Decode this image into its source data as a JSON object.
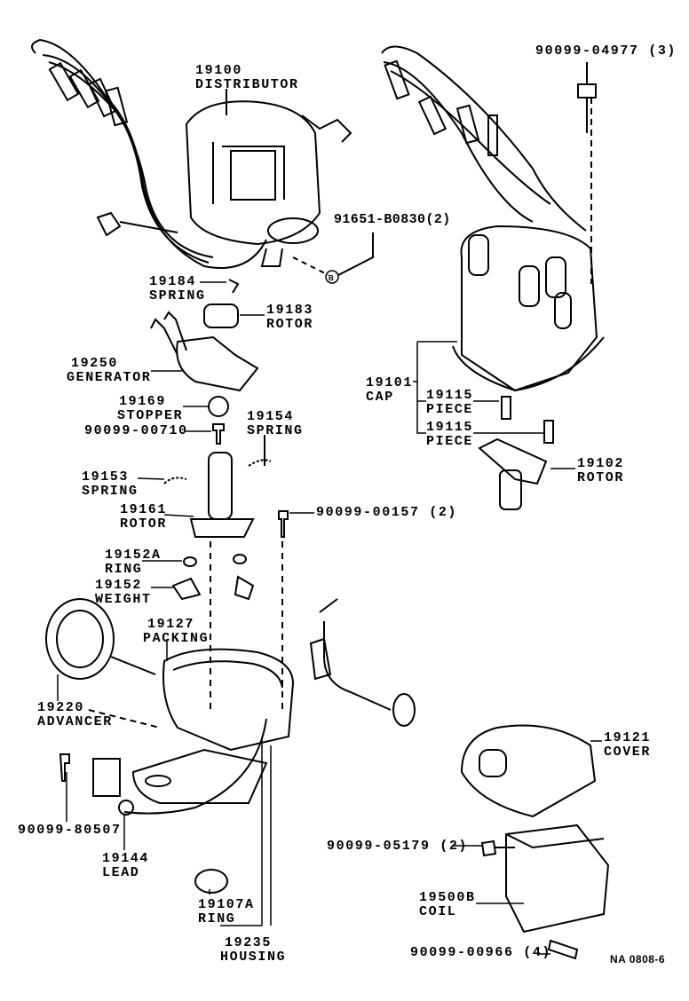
{
  "parts": {
    "distributor": {
      "no": "19100",
      "name": "DISTRIBUTOR"
    },
    "bolt_04977": {
      "no": "90099-04977 (3)"
    },
    "clamp_b0830": {
      "no": "91651-B0830(2)",
      "marker": "B"
    },
    "spring_19184": {
      "no": "19184",
      "name": "SPRING"
    },
    "rotor_19183": {
      "no": "19183",
      "name": "ROTOR"
    },
    "generator": {
      "no": "19250",
      "name": "GENERATOR"
    },
    "cap": {
      "no": "19101",
      "name": "CAP"
    },
    "piece_1": {
      "no": "19115",
      "name": "PIECE"
    },
    "piece_2": {
      "no": "19115",
      "name": "PIECE"
    },
    "stopper": {
      "no": "19169",
      "name": "STOPPER"
    },
    "screw_00710": {
      "no": "90099-00710"
    },
    "spring_19154": {
      "no": "19154",
      "name": "SPRING"
    },
    "rotor_19102": {
      "no": "19102",
      "name": "ROTOR"
    },
    "spring_19153": {
      "no": "19153",
      "name": "SPRING"
    },
    "rotor_19161": {
      "no": "19161",
      "name": "ROTOR"
    },
    "screw_00157": {
      "no": "90099-00157 (2)"
    },
    "ring_19152a": {
      "no": "19152A",
      "name": "RING"
    },
    "weight": {
      "no": "19152",
      "name": "WEIGHT"
    },
    "packing": {
      "no": "19127",
      "name": "PACKING"
    },
    "advancer": {
      "no": "19220",
      "name": "ADVANCER"
    },
    "cover": {
      "no": "19121",
      "name": "COVER"
    },
    "bolt_80507": {
      "no": "90099-80507"
    },
    "lead": {
      "no": "19144",
      "name": "LEAD"
    },
    "screw_05179": {
      "no": "90099-05179 (2)"
    },
    "ring_19107a": {
      "no": "19107A",
      "name": "RING"
    },
    "coil": {
      "no": "19500B",
      "name": "COIL"
    },
    "housing": {
      "no": "19235",
      "name": "HOUSING"
    },
    "screw_00966": {
      "no": "90099-00966 (4)"
    }
  },
  "figure_code": "NA 0808-6"
}
